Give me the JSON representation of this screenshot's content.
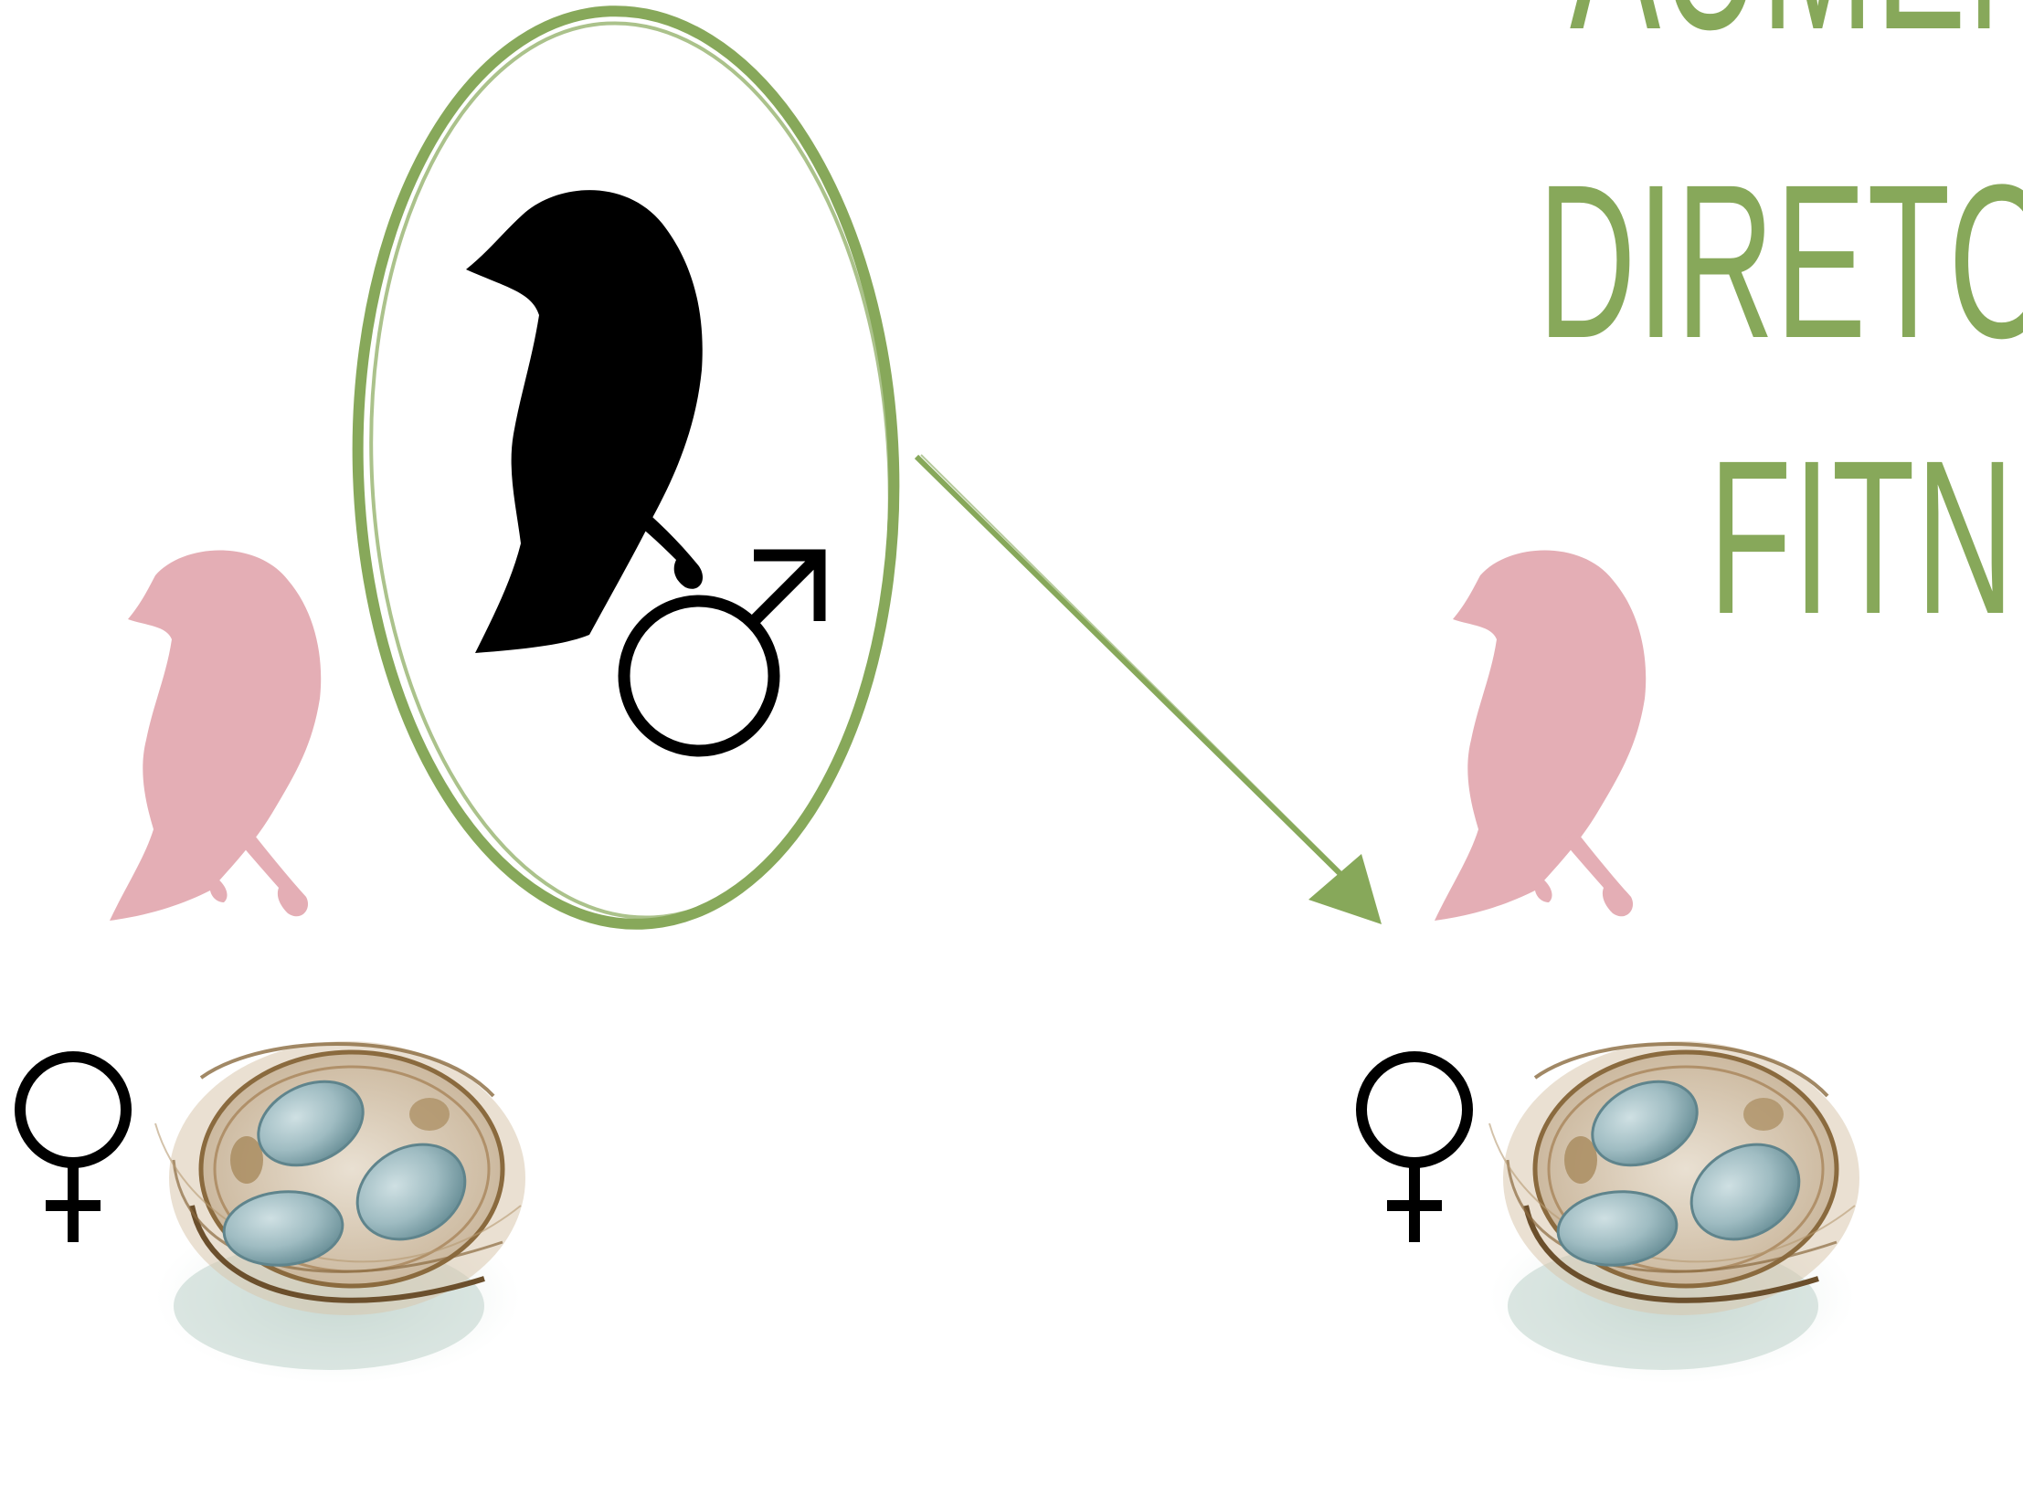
{
  "title": {
    "line1": "AUMEN",
    "line2": "DIRETO",
    "line3": "FITNE"
  },
  "symbols": {
    "male": "male-symbol-icon",
    "female": "female-symbol-icon"
  },
  "colors": {
    "accent_green": "#87a85a",
    "female_pink": "#e4aeb5",
    "male_black": "#000000",
    "egg_blue": "#9fbcc2",
    "nest_brown": "#8a6a3e"
  }
}
